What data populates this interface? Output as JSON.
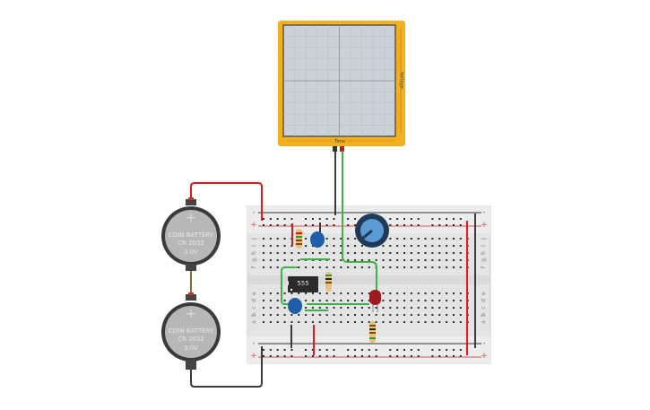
{
  "oscilloscope": {
    "x_axis_label": "Time",
    "y_axis_label": "Voltage",
    "frame_color": "#f2b01e",
    "screen_color": "#c9d2d6",
    "grid_divisions": 10
  },
  "batteries": [
    {
      "line1": "COIN BATTERY",
      "line2": "CR 2032",
      "line3": "3.0V",
      "symbol": "+"
    },
    {
      "line1": "COIN BATTERY",
      "line2": "CR 2032",
      "line3": "3.0V",
      "symbol": "+"
    }
  ],
  "ic": {
    "label": "555"
  },
  "breadboard": {
    "rail_minus_symbol": "-",
    "rail_plus_symbol": "+",
    "rows_top": [
      "j",
      "i",
      "h",
      "g",
      "f"
    ],
    "rows_bottom": [
      "e",
      "d",
      "c",
      "b",
      "a"
    ],
    "columns": 30,
    "body_color": "#e4e4e4"
  },
  "colors": {
    "wire_red": "#e0191e",
    "wire_black": "#3a3a3a",
    "wire_green": "#3ab54a",
    "capacitor_blue": "#1f5ea8",
    "led_red": "#9e1b1e",
    "pot_blue": "#5b9bd5"
  }
}
